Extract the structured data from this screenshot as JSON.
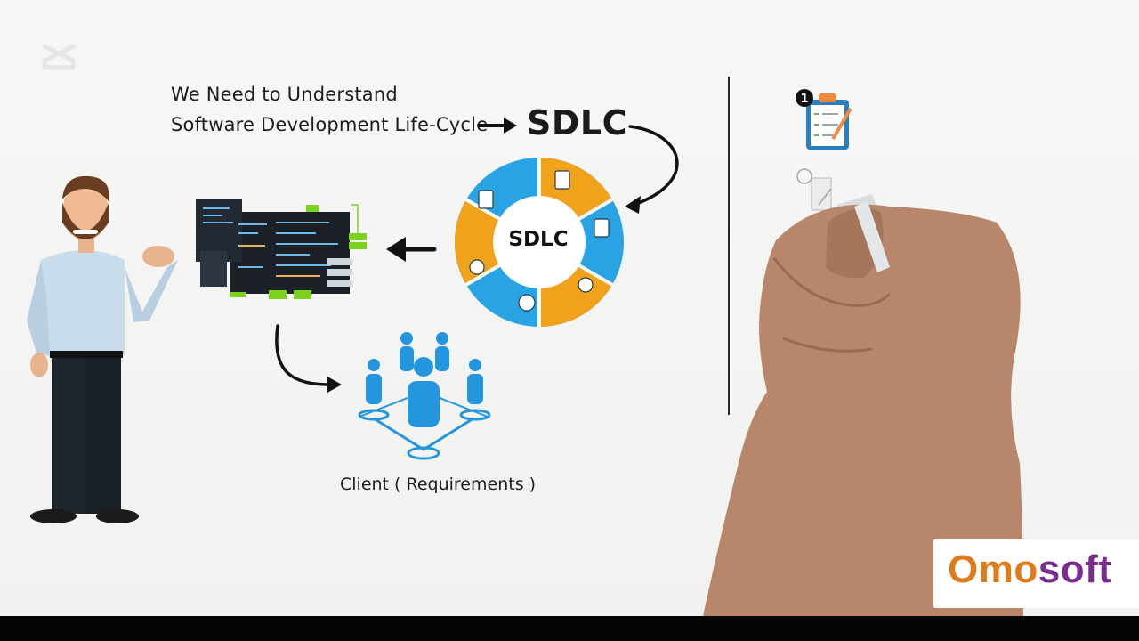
{
  "headline": {
    "line1": "We Need to Understand",
    "line2": "Software Development Life-Cycle"
  },
  "sdlc_title": "SDLC",
  "wheel_center_label": "SDLC",
  "client_label": "Client ( Requirements )",
  "step_badge": "1",
  "brand": {
    "part1": "Omo",
    "part2": "soft"
  },
  "colors": {
    "wheel_blue": "#29a3e3",
    "wheel_orange": "#f0a21b",
    "brand_orange": "#e07b1a",
    "brand_purple": "#7a2d8f",
    "client_blue": "#2496dd",
    "code_green": "#7ed321"
  },
  "icons": [
    "capcut-logo-icon",
    "person-character",
    "code-screen-icon",
    "sdlc-wheel",
    "client-network-icon",
    "clipboard-checklist-icon",
    "hand-with-marker"
  ]
}
